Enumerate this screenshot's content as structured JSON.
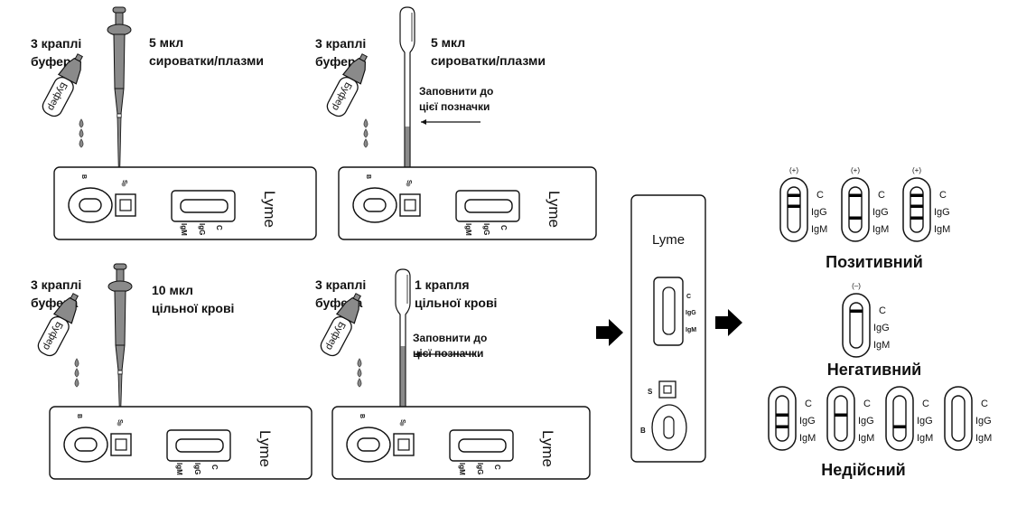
{
  "panels": [
    {
      "buffer_label": [
        "3 краплі",
        "буфера"
      ],
      "sample_label": [
        "5 мкл",
        "сироватки/плазми"
      ],
      "device": "pipette",
      "fill_note": null,
      "cassette_name": "Lyme"
    },
    {
      "buffer_label": [
        "3 краплі",
        "буфера"
      ],
      "sample_label": [
        "5 мкл",
        "сироватки/плазми"
      ],
      "device": "dropper",
      "fill_note": [
        "Заповнити до",
        "цієї позначки"
      ],
      "cassette_name": "Lyme"
    },
    {
      "buffer_label": [
        "3 краплі",
        "буфера"
      ],
      "sample_label": [
        "10 мкл",
        "цільної крові"
      ],
      "device": "pipette",
      "fill_note": null,
      "cassette_name": "Lyme"
    },
    {
      "buffer_label": [
        "3 краплі",
        "буфера"
      ],
      "sample_label": [
        "1 крапля",
        "цільної крові"
      ],
      "device": "dropper",
      "fill_note": [
        "Заповнити до",
        "цієї позначки"
      ],
      "cassette_name": "Lyme"
    }
  ],
  "bottle_label": "Буфер",
  "well_labels": {
    "buffer": "B",
    "sample": "S"
  },
  "line_labels": {
    "c": "C",
    "igg": "IgG",
    "igm": "IgM"
  },
  "cassette": {
    "name": "Lyme",
    "s": "S",
    "b": "B"
  },
  "results": {
    "positive": {
      "title": "Позитивний",
      "mark": "(+)",
      "strips": [
        {
          "c": true,
          "igg": true,
          "igm": false
        },
        {
          "c": true,
          "igg": false,
          "igm": true
        },
        {
          "c": true,
          "igg": true,
          "igm": true
        }
      ]
    },
    "negative": {
      "title": "Негативний",
      "mark": "(–)",
      "strips": [
        {
          "c": true,
          "igg": false,
          "igm": false
        }
      ]
    },
    "invalid": {
      "title": "Недійсний",
      "strips": [
        {
          "c": false,
          "igg": true,
          "igm": true
        },
        {
          "c": false,
          "igg": true,
          "igm": false
        },
        {
          "c": false,
          "igg": false,
          "igm": true
        },
        {
          "c": false,
          "igg": false,
          "igm": false
        }
      ]
    }
  },
  "colors": {
    "ink": "#111111",
    "gray": "#6e6e6e",
    "fill": "#8a8a8a"
  }
}
